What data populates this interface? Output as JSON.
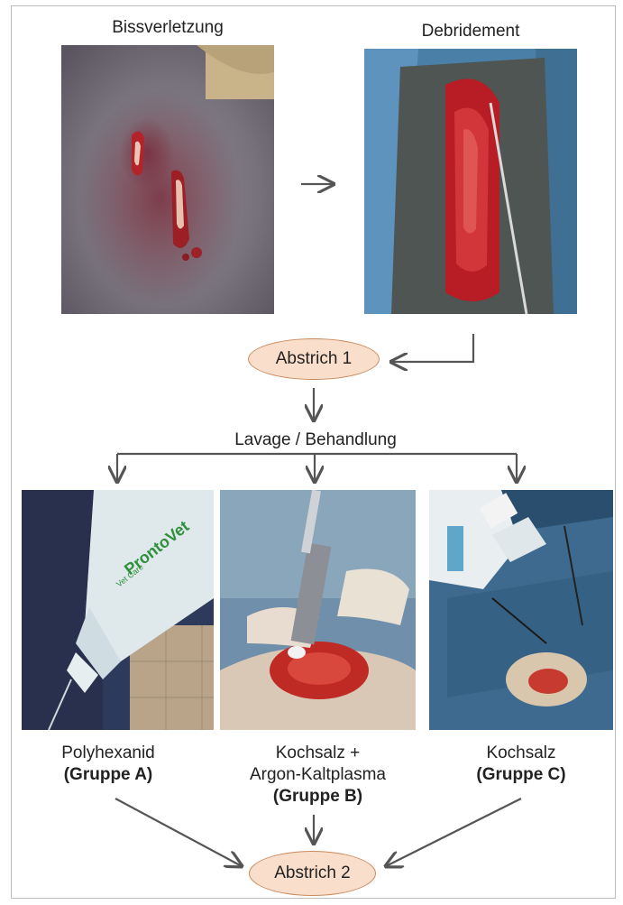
{
  "top_labels": {
    "left": "Bissverletzung",
    "right": "Debridement"
  },
  "ovals": {
    "first": "Abstrich 1",
    "second": "Abstrich 2"
  },
  "middle_label": "Lavage / Behandlung",
  "groups": [
    {
      "line1": "Polyhexanid",
      "line2": "",
      "group": "(Gruppe A)"
    },
    {
      "line1": "Kochsalz +",
      "line2": "Argon-Kaltplasma",
      "group": "(Gruppe B)"
    },
    {
      "line1": "Kochsalz",
      "line2": "",
      "group": "(Gruppe C)"
    }
  ],
  "photo_text": {
    "bottle_brand": "ProntoVet",
    "bottle_small": "Vet Care"
  },
  "colors": {
    "oval_fill": "#f9dfcb",
    "oval_stroke": "#c98a5e",
    "arrow": "#555555"
  }
}
